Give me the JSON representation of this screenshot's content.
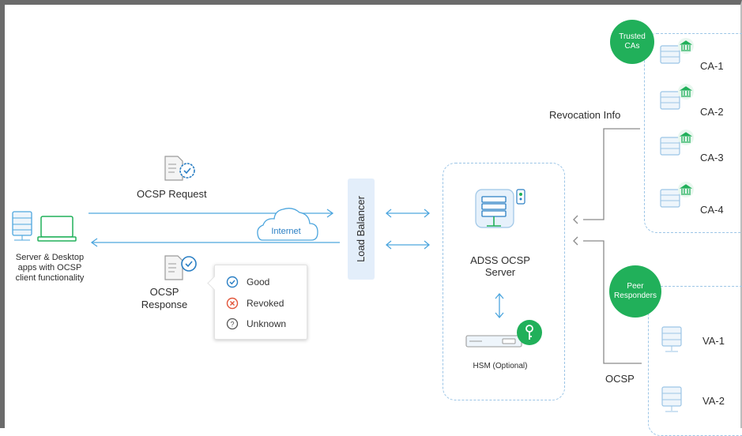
{
  "ocsp_request_label": "OCSP Request",
  "ocsp_response_label": "OCSP\nResponse",
  "internet_label": "Internet",
  "client_label": "Server & Desktop\napps with OCSP\nclient functionality",
  "load_balancer_label": "Load Balancer",
  "server_label": "ADSS OCSP\nServer",
  "hsm_label": "HSM (Optional)",
  "revocation_label": "Revocation Info",
  "ocsp_label": "OCSP",
  "trusted_cas_badge": "Trusted\nCAs",
  "peer_responders_badge": "Peer\nResponders",
  "statuses": [
    {
      "label": "Good",
      "icon": "check-circle-icon",
      "color": "#2a7fc4"
    },
    {
      "label": "Revoked",
      "icon": "x-circle-icon",
      "color": "#e2563b"
    },
    {
      "label": "Unknown",
      "icon": "question-circle-icon",
      "color": "#555555"
    }
  ],
  "cas": [
    "CA-1",
    "CA-2",
    "CA-3",
    "CA-4"
  ],
  "vas": [
    "VA-1",
    "VA-2"
  ],
  "colors": {
    "accent_blue": "#2a7fc4",
    "green": "#21b05a",
    "line_blue": "#4da6de",
    "gray_line": "#8a8a8a"
  }
}
